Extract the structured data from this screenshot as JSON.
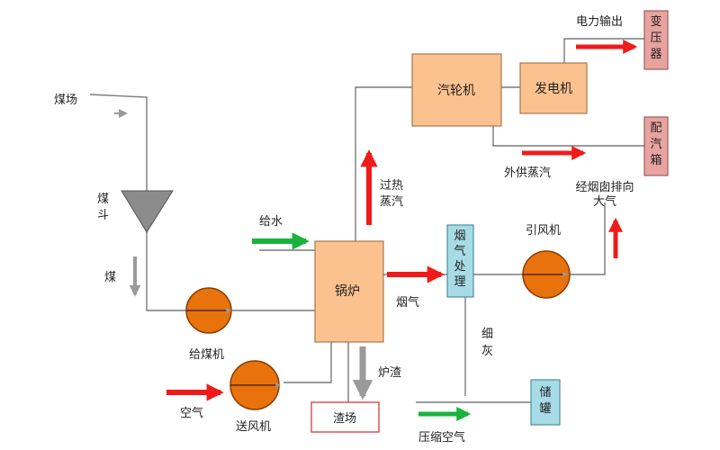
{
  "colors": {
    "orange_box": "#fbc18e",
    "orange_box_border": "#a87a4e",
    "blue_box": "#a7dbe6",
    "blue_box_border": "#4f8fa0",
    "pink_box": "#e8a3a0",
    "pink_box_border": "#9c5d5a",
    "slag_border": "#d83a3a",
    "circle_fill": "#e8720c",
    "circle_stroke": "#8a3b04",
    "red_arrow": "#ef1b1b",
    "green_arrow": "#19b33b",
    "gray_arrow": "#9a9a9a",
    "line": "#7a7a7a"
  },
  "labels": {
    "coal_yard": "煤场",
    "coal_hopper": "煤斗",
    "coal": "煤",
    "coal_feeder": "给煤机",
    "air": "空气",
    "blower": "送风机",
    "boiler": "锅炉",
    "slag": "炉渣",
    "slag_yard": "渣场",
    "feed_water": "给水",
    "superheated_steam": "过热蒸汽",
    "flue_gas": "烟气",
    "gas_treatment": "烟气处理",
    "fine_ash": "细灰",
    "compressed_air": "压缩空气",
    "storage_tank": "储罐",
    "induced_fan": "引风机",
    "chimney": "经烟囱排向大气",
    "turbine": "汽轮机",
    "generator": "发电机",
    "power_out": "电力输出",
    "transformer": "变压器",
    "steam_supply": "外供蒸汽",
    "steam_box": "配汽箱"
  }
}
